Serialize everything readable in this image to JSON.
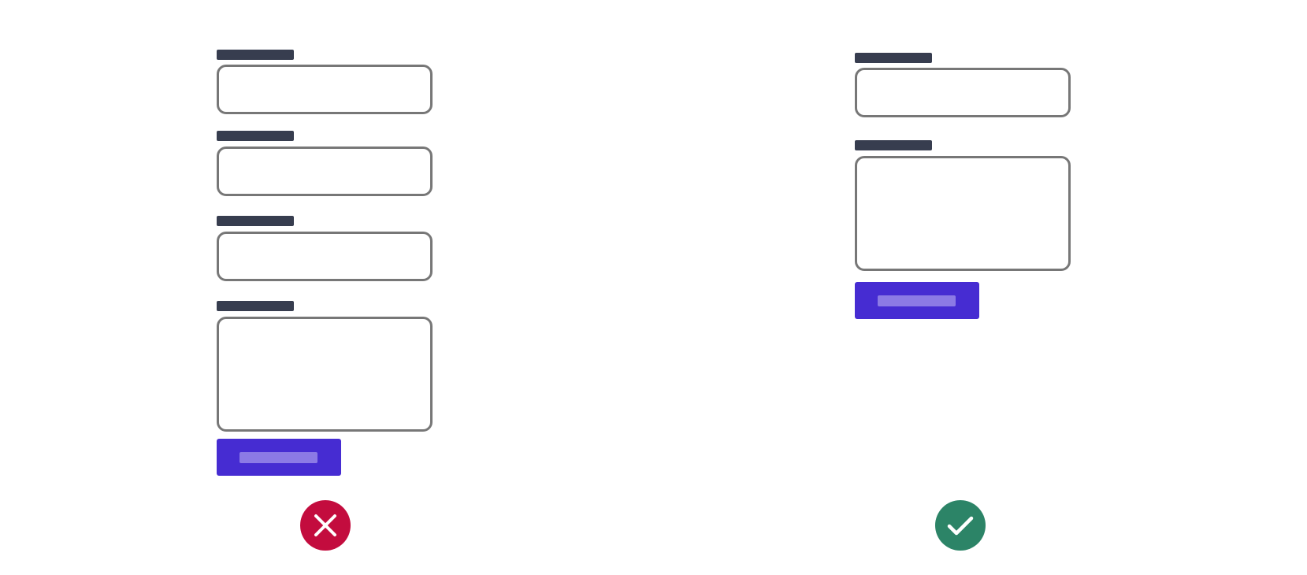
{
  "colors": {
    "label_placeholder": "#373d4f",
    "input_border": "#777777",
    "button_fill": "#462cd2",
    "button_label_placeholder": "#8c7ae5",
    "incorrect_badge": "#c30c3e",
    "correct_badge": "#2c8467",
    "badge_glyph": "#ffffff"
  },
  "examples": [
    {
      "verdict": "incorrect",
      "badge_icon": "x-icon",
      "fields": [
        {
          "type": "text-input"
        },
        {
          "type": "text-input"
        },
        {
          "type": "text-input"
        },
        {
          "type": "textarea"
        }
      ],
      "button": {
        "type": "submit"
      }
    },
    {
      "verdict": "correct",
      "badge_icon": "checkmark-icon",
      "fields": [
        {
          "type": "text-input"
        },
        {
          "type": "textarea"
        }
      ],
      "button": {
        "type": "submit"
      }
    }
  ]
}
